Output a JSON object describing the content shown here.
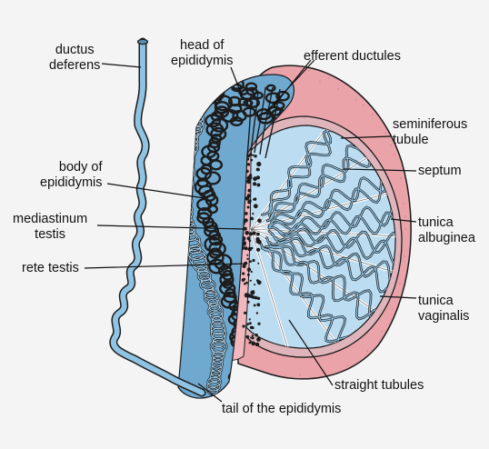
{
  "labels": {
    "ductus_deferens": [
      "ductus",
      "deferens"
    ],
    "head_of_epididymis": [
      "head of",
      "epididymis"
    ],
    "efferent_ductules": "efferent ductules",
    "seminiferous_tubule": [
      "seminiferous",
      "tubule"
    ],
    "septum": "septum",
    "body_of_epididymis": [
      "body of",
      "epididymis"
    ],
    "mediastinum_testis": [
      "mediastinum",
      "testis"
    ],
    "tunica_albuginea": [
      "tunica",
      "albuginea"
    ],
    "rete_testis": "rete testis",
    "tunica_vaginalis": [
      "tunica",
      "vaginalis"
    ],
    "straight_tubules": "straight tubules",
    "tail_of_epididymis": "tail of the epididymis"
  },
  "colors": {
    "background": "#f4f4f4",
    "duct_blue": "#8fc3e4",
    "lobule_blue": "#bcdcf1",
    "tissue_pink": "#f0b7bd",
    "vaginalis_pink": "#e9a3a9",
    "outline": "#1c1c1c"
  }
}
